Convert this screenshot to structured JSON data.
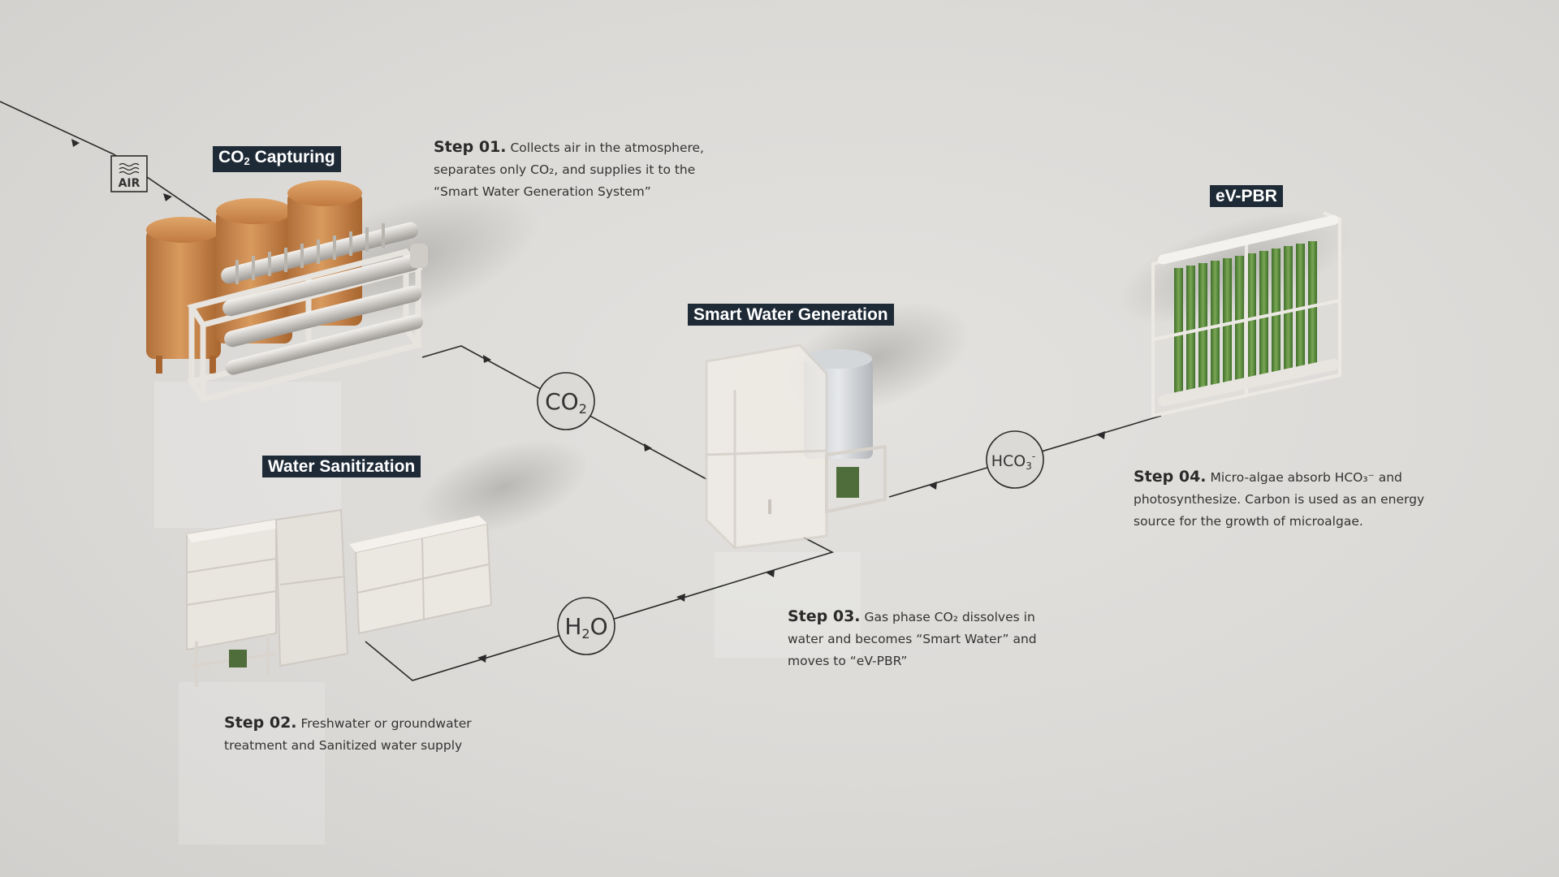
{
  "colors": {
    "label_bg": "#1e2a36",
    "label_text": "#ffffff",
    "flow_line": "#2b2b2b",
    "tank_orange": "#c9864a",
    "algae_green": "#5a8a3a",
    "frame_white": "#ebe7e1"
  },
  "labels": {
    "co2_capturing": {
      "prefix": "CO",
      "sub": "2",
      "suffix": " Capturing"
    },
    "water_sanitization": "Water Sanitization",
    "smart_water_generation": "Smart Water Generation",
    "ev_pbr": "eV-PBR"
  },
  "nodes": {
    "air": "AIR",
    "air_icon": "waves-icon",
    "co2": {
      "main": "CO",
      "sub": "2"
    },
    "h2o": {
      "pre": "H",
      "sub": "2",
      "post": "O"
    },
    "hco3": {
      "main": "HCO",
      "sub": "3",
      "sup": "-"
    }
  },
  "steps": [
    {
      "num": "Step 01.",
      "lines": [
        "Collects air in the atmosphere,",
        "separates only CO₂, and supplies it to the",
        "“Smart Water Generation System”"
      ]
    },
    {
      "num": "Step 02.",
      "lines": [
        "Freshwater or groundwater",
        "treatment and Sanitized water supply"
      ]
    },
    {
      "num": "Step 03.",
      "lines": [
        "Gas phase CO₂ dissolves in",
        "water and becomes “Smart Water” and",
        "moves to “eV-PBR”"
      ]
    },
    {
      "num": "Step 04.",
      "lines": [
        "Micro-algae absorb HCO₃⁻ and",
        "photosynthesize. Carbon is used as an energy",
        "source for the growth of microalgae."
      ]
    }
  ]
}
